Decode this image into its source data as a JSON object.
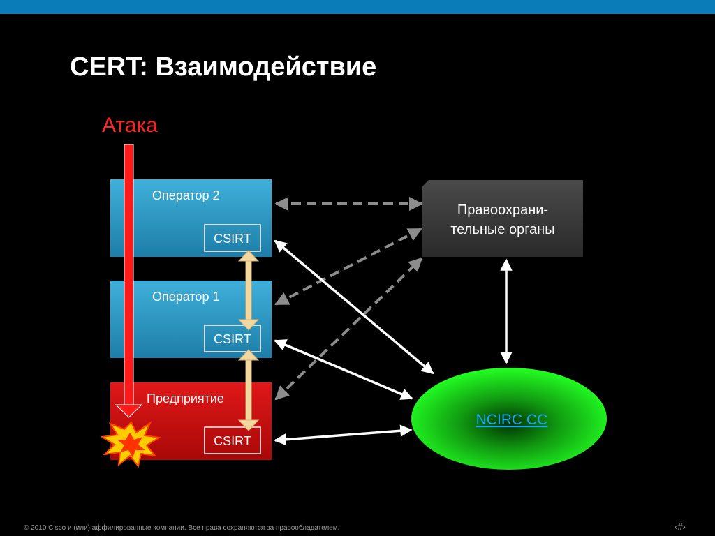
{
  "slide": {
    "title": "CERT: Взаимодействие",
    "attack_label": "Атака",
    "footer": "© 2010 Cisco и (или) аффилированные компании. Все права сохраняются за правообладателем.",
    "page_number": "‹#›"
  },
  "nodes": {
    "operator2": {
      "label": "Оператор 2",
      "csirt": "CSIRT"
    },
    "operator1": {
      "label": "Оператор 1",
      "csirt": "CSIRT"
    },
    "enterprise": {
      "label": "Предприятие",
      "csirt": "CSIRT"
    },
    "law_enforcement": {
      "line1": "Правоохрани-",
      "line2": "тельные органы"
    },
    "ncirc": {
      "label": "NCIRC CC"
    }
  },
  "colors": {
    "topbar": "#0a7cb8",
    "operator_box": "#2f9ac4",
    "enterprise_box": "#cc1111",
    "law_box": "#333333",
    "ncirc_fill": "#22ff22",
    "attack_arrow": "#ff1a1a",
    "csirt_link": "#f0d8a0"
  }
}
